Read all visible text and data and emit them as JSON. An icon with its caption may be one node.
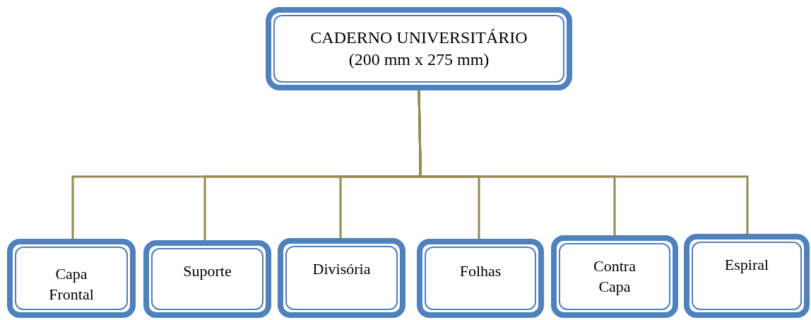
{
  "diagram": {
    "nodes": [
      {
        "text": [
          "CADERNO UNIVERSITÁRIO (200 mm x 275 mm)"
        ]
      },
      {
        "text": [
          "Capa Frontal"
        ]
      },
      {
        "text": [
          "Suporte"
        ]
      },
      {
        "text": [
          "Divisória"
        ]
      },
      {
        "text": [
          "Folhas"
        ]
      },
      {
        "text": [
          "Contra Capa"
        ]
      },
      {
        "text": [
          "Espiral"
        ]
      }
    ],
    "edges": [
      {
        "from": 0,
        "to": 1,
        "arrow": "none"
      },
      {
        "from": 0,
        "to": 2,
        "arrow": "none"
      },
      {
        "from": 0,
        "to": 3,
        "arrow": "none"
      },
      {
        "from": 0,
        "to": 4,
        "arrow": "none"
      },
      {
        "from": 0,
        "to": 5,
        "arrow": "none"
      },
      {
        "from": 0,
        "to": 6,
        "arrow": "none"
      }
    ]
  }
}
